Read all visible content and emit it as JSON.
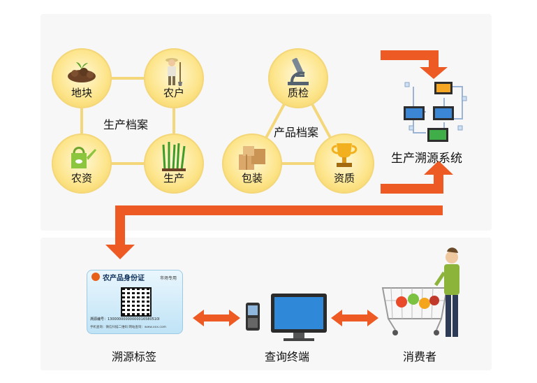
{
  "archive_production": {
    "title": "生产档案",
    "nodes": [
      "地块",
      "农户",
      "农资",
      "生产"
    ]
  },
  "archive_product": {
    "title": "产品档案",
    "nodes": [
      "质检",
      "包装",
      "资质"
    ]
  },
  "system": {
    "title": "生产溯源系统"
  },
  "label_card": {
    "title": "农产品身份证",
    "badge": "市场专用",
    "code_line": "溯源编号：13000000000000016580510I",
    "footer": "手机查询：微信扫描二维码    网站查询：www.xxx.com"
  },
  "bottom": {
    "tag": "溯源标签",
    "terminal": "查询终端",
    "consumer": "消费者"
  },
  "colors": {
    "arrow": "#ee5a24",
    "node": "#fde58c",
    "panel": "#f7f7f7"
  }
}
